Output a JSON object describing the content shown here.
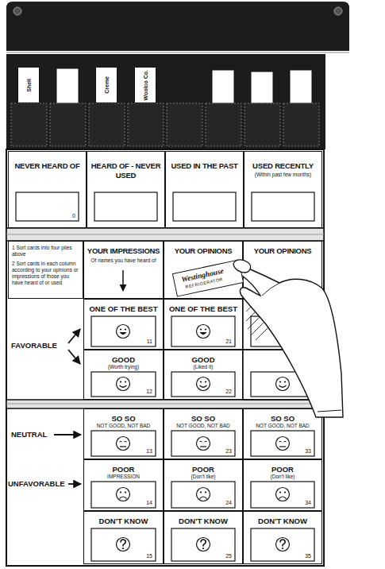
{
  "diagram": {
    "nodes": [
      {
        "text": [
          "Shell"
        ]
      },
      {
        "text": [
          "Creme"
        ]
      },
      {
        "text": [
          "Woolco Co."
        ]
      },
      {
        "text": [
          "NEVER HEARD OF",
          "0"
        ]
      },
      {
        "text": [
          "HEARD OF - NEVER USED"
        ]
      },
      {
        "text": [
          "USED IN THE PAST"
        ]
      },
      {
        "text": [
          "USED RECENTLY",
          "(Within past few months)"
        ]
      },
      {
        "text": [
          "1 Sort cards into four piles above",
          "2 Sort cards in each column according to your opinions or impressions of those you have heard of or used"
        ]
      },
      {
        "text": [
          "YOUR IMPRESSIONS",
          "Of names you have heard of"
        ]
      },
      {
        "text": [
          "YOUR OPINIONS"
        ]
      },
      {
        "text": [
          "YOUR OPINIONS"
        ]
      },
      {
        "text": [
          "ONE OF THE BEST",
          "11"
        ]
      },
      {
        "text": [
          "ONE OF THE BEST",
          "21"
        ]
      },
      {
        "text": [
          "GOOD",
          "(Worth trying)",
          "12"
        ]
      },
      {
        "text": [
          "GOOD",
          "(Liked it)",
          "22"
        ]
      },
      {
        "text": [
          "SO SO",
          "NOT GOOD, NOT BAD",
          "13"
        ]
      },
      {
        "text": [
          "SO SO",
          "NOT GOOD, NOT BAD",
          "23"
        ]
      },
      {
        "text": [
          "SO SO",
          "NOT GOOD, NOT BAD",
          "33"
        ]
      },
      {
        "text": [
          "POOR",
          "IMPRESSION",
          "14"
        ]
      },
      {
        "text": [
          "POOR",
          "(Don't like)",
          "24"
        ]
      },
      {
        "text": [
          "POOR",
          "(Don't like)",
          "34"
        ]
      },
      {
        "text": [
          "DON'T KNOW",
          "15"
        ]
      },
      {
        "text": [
          "DON'T KNOW",
          "25"
        ]
      },
      {
        "text": [
          "DON'T KNOW",
          "35"
        ]
      },
      {
        "text": [
          "Westinghouse",
          "REFRIGERATOR"
        ]
      }
    ],
    "labels": [
      "FAVORABLE",
      "NEUTRAL",
      "UNFAVORABLE"
    ]
  }
}
